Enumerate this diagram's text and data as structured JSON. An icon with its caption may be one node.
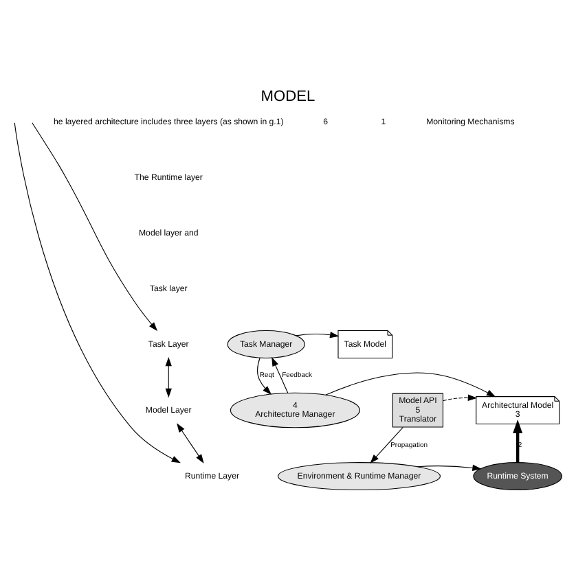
{
  "diagram": {
    "title": "MODEL",
    "nodes": [
      {
        "text": [
          "Task Layer"
        ]
      },
      {
        "text": [
          "Model Layer"
        ]
      },
      {
        "text": [
          "Runtime Layer"
        ]
      },
      {
        "text": [
          "Task Manager"
        ]
      },
      {
        "text": [
          "4",
          "Architecture Manager"
        ]
      },
      {
        "text": [
          "Environment & Runtime Manager"
        ]
      },
      {
        "text": [
          "Task Model"
        ]
      },
      {
        "text": [
          "Architectural Model",
          "3"
        ]
      },
      {
        "text": [
          "Model API",
          "5",
          "Translator"
        ]
      },
      {
        "text": [
          "Runtime System"
        ]
      }
    ],
    "edges": [
      {
        "from": null,
        "to": 0,
        "arrow": "to"
      },
      {
        "from": 0,
        "to": 1,
        "arrow": "both"
      },
      {
        "from": 1,
        "to": 2,
        "arrow": "both"
      },
      {
        "from": null,
        "to": 2,
        "arrow": "to"
      },
      {
        "from": 3,
        "to": 6,
        "arrow": "to"
      },
      {
        "from": 4,
        "to": 3,
        "arrow": "to",
        "label": "Feedback"
      },
      {
        "from": 3,
        "to": 4,
        "arrow": "to",
        "label": "Reqt"
      },
      {
        "from": 4,
        "to": 7,
        "arrow": "to"
      },
      {
        "from": 8,
        "to": 7,
        "arrow": "to",
        "style": "dashed"
      },
      {
        "from": 8,
        "to": 5,
        "arrow": "to",
        "label": "Propagation"
      },
      {
        "from": 5,
        "to": 9,
        "arrow": "to"
      },
      {
        "from": 9,
        "to": 7,
        "arrow": "to",
        "style": "thick",
        "label": "2"
      }
    ],
    "labels": [
      "he layered architecture includes three layers (as shown in g.1)",
      "The Runtime layer",
      "Model layer and",
      "Task layer",
      "6",
      "1",
      "Monitoring Mechanisms"
    ]
  }
}
